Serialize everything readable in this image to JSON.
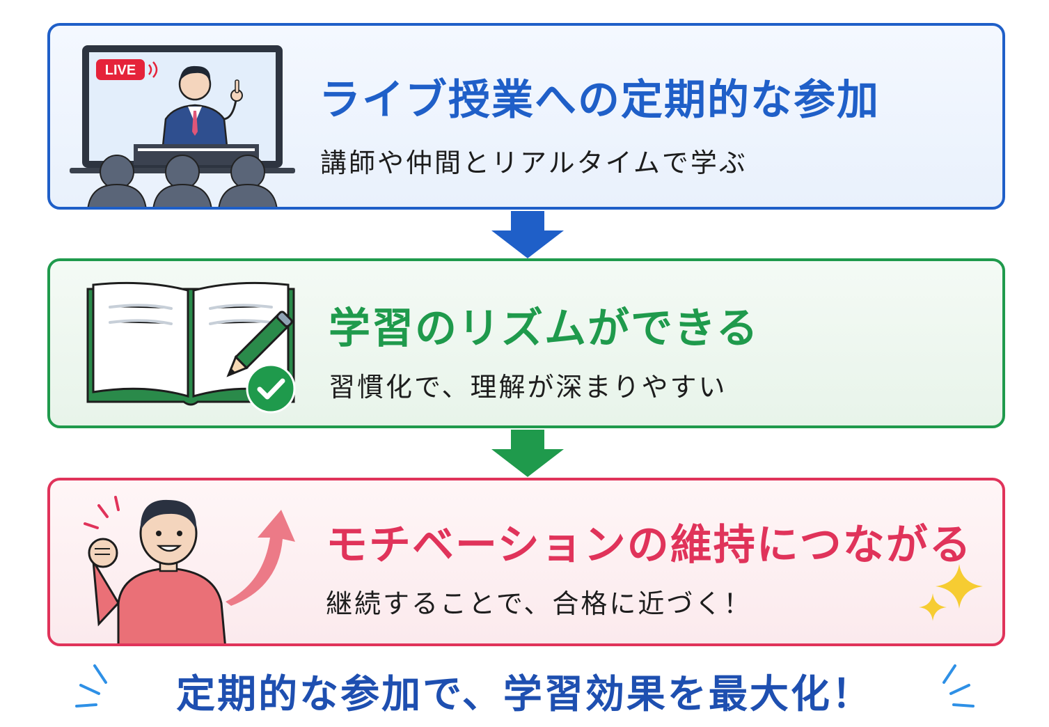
{
  "steps": [
    {
      "title": "ライブ授業への定期的な参加",
      "subtitle": "講師や仲間とリアルタイムで学ぶ",
      "badge": "LIVE",
      "title_color": "#1f5fc8"
    },
    {
      "title": "学習のリズムができる",
      "subtitle": "習慣化で、理解が深まりやすい",
      "title_color": "#1f9a4c"
    },
    {
      "title": "モチベーションの維持につながる",
      "subtitle": "継続することで、合格に近づく！",
      "title_color": "#e0335a"
    }
  ],
  "conclusion": "定期的な参加で、学習効果を最大化！",
  "colors": {
    "blue": "#1f5fc8",
    "green": "#1f9a4c",
    "red": "#e0335a",
    "conclusion": "#1e4fb0"
  },
  "icons": [
    "live-class-monitor-icon",
    "open-book-icon",
    "pencil-icon",
    "check-icon",
    "cheering-person-icon",
    "up-arrow-icon",
    "sparkle-icon"
  ]
}
